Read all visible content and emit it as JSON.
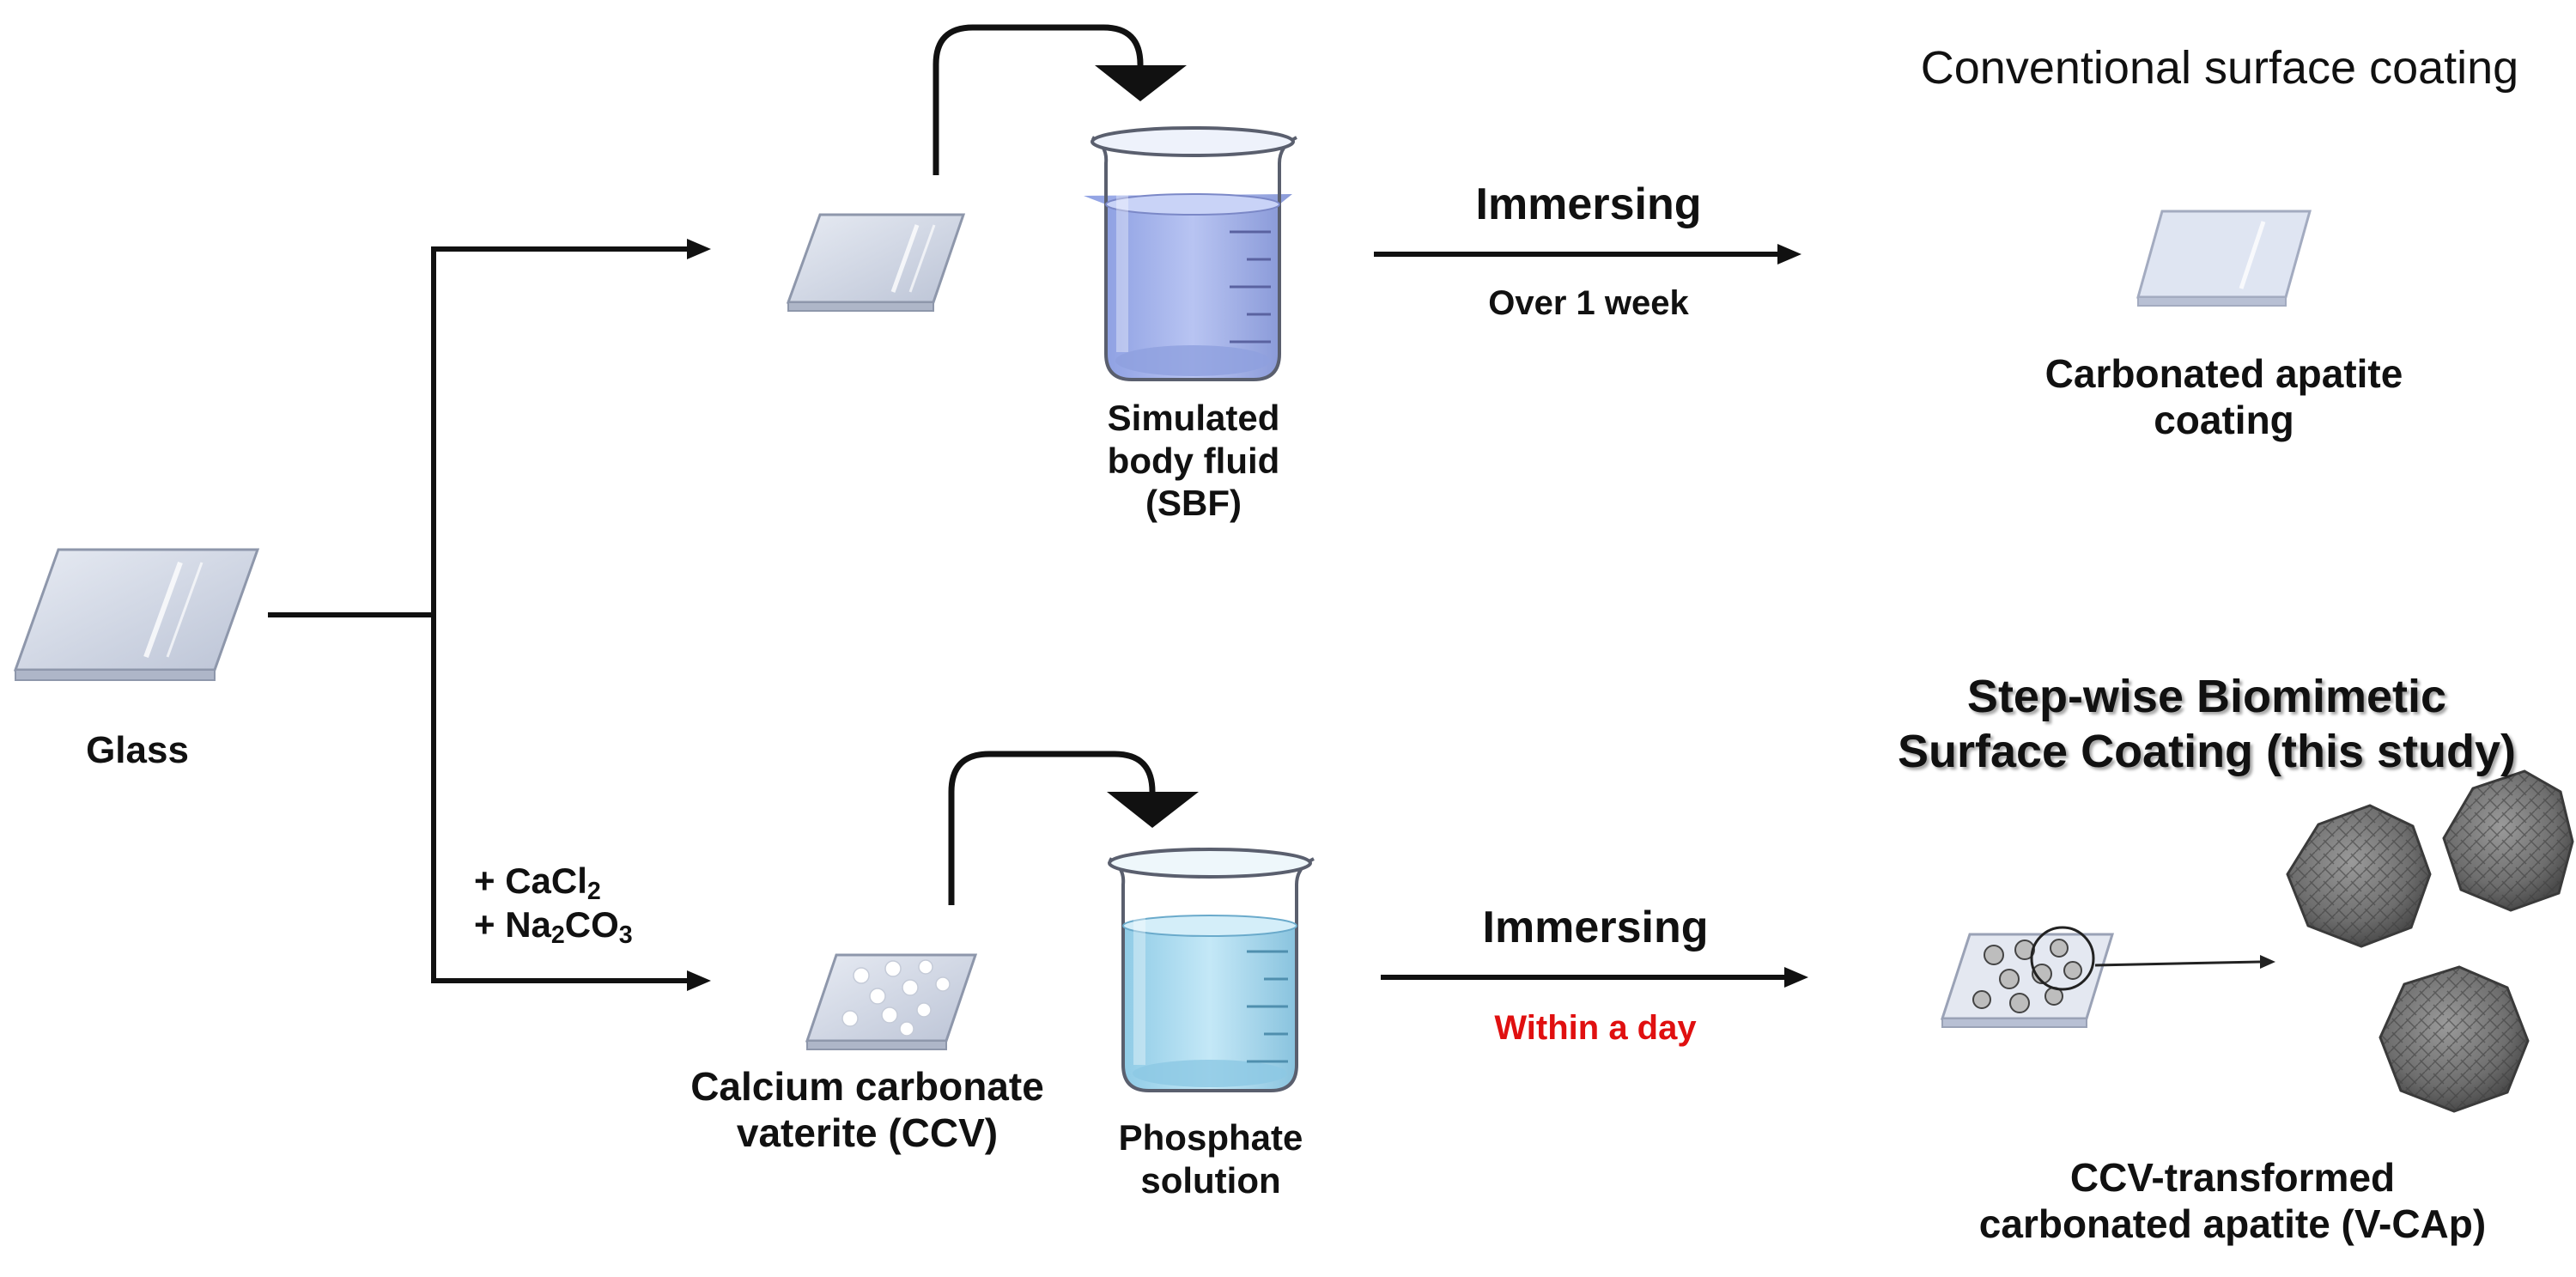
{
  "labels": {
    "glass": "Glass",
    "top_title": "Conventional surface coating",
    "top_step": "Immersing",
    "top_time": "Over 1 week",
    "sbf_line1": "Simulated",
    "sbf_line2": "body fluid",
    "sbf_line3": "(SBF)",
    "top_result_line1": "Carbonated apatite",
    "top_result_line2": "coating",
    "bottom_title_line1": "Step-wise Biomimetic",
    "bottom_title_line2": "Surface Coating (this study)",
    "bottom_step": "Immersing",
    "bottom_time": "Within a day",
    "reagent1_prefix": "+ CaCl",
    "reagent1_sub": "2",
    "reagent2_prefix": "+ Na",
    "reagent2_sub1": "2",
    "reagent2_mid": "CO",
    "reagent2_sub2": "3",
    "ccv_line1": "Calcium carbonate",
    "ccv_line2": "vaterite (CCV)",
    "phosphate_line1": "Phosphate",
    "phosphate_line2": "solution",
    "bottom_result_line1": "CCV-transformed",
    "bottom_result_line2": "carbonated apatite (V-CAp)"
  },
  "colors": {
    "line": "#111111",
    "highlight_time": "#e01010",
    "sbf_liquid": "#a9b8ee",
    "phosphate_liquid": "#a9dbf0",
    "glass_fill": "#d5dbe8",
    "particle": "#7a7a7a"
  }
}
